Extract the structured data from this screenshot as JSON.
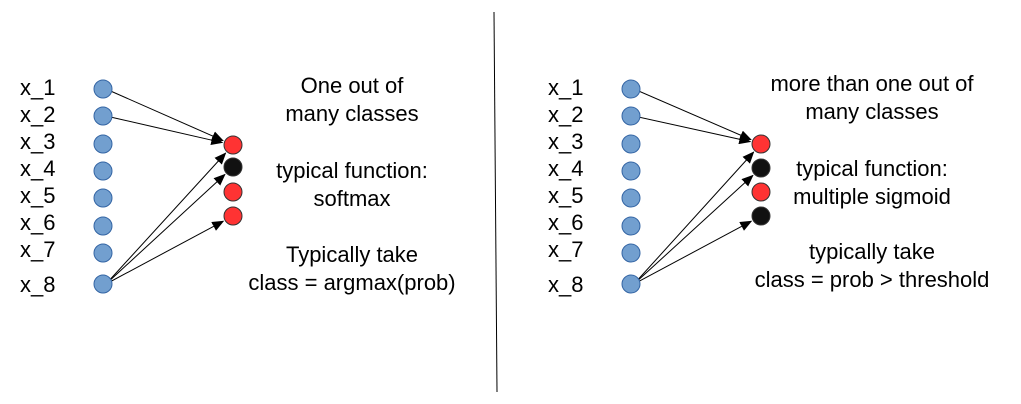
{
  "colors": {
    "input_node": "#729fcf",
    "input_node_stroke": "#3465a4",
    "red_node": "#ff3333",
    "black_node": "#111111",
    "edge": "#000000",
    "divider": "#000000"
  },
  "left_panel": {
    "inputs": [
      "x_1",
      "x_2",
      "x_3",
      "x_4",
      "x_5",
      "x_6",
      "x_7",
      "x_8"
    ],
    "outputs": [
      "red",
      "black",
      "red",
      "red"
    ],
    "heading": [
      "One out of",
      "many classes"
    ],
    "function": [
      "typical function:",
      "softmax"
    ],
    "rule": [
      "Typically take",
      "class = argmax(prob)"
    ]
  },
  "right_panel": {
    "inputs": [
      "x_1",
      "x_2",
      "x_3",
      "x_4",
      "x_5",
      "x_6",
      "x_7",
      "x_8"
    ],
    "outputs": [
      "red",
      "black",
      "red",
      "black"
    ],
    "heading": [
      "more than one out of",
      "many classes"
    ],
    "function": [
      "typical function:",
      "multiple sigmoid"
    ],
    "rule": [
      "typically take",
      "class = prob > threshold"
    ]
  }
}
